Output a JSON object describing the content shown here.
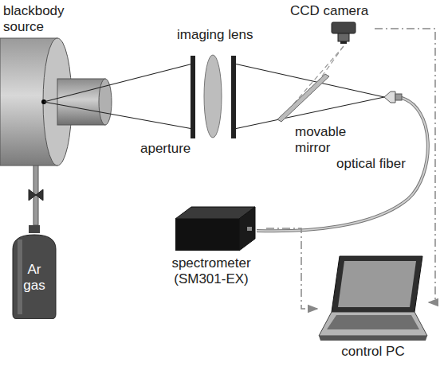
{
  "diagram": {
    "nodes": [
      {
        "text": [
          "Ar gas"
        ]
      },
      {
        "text": [
          "spectrometer (SM301-EX)"
        ]
      },
      {
        "text": [
          "CCD camera"
        ]
      },
      {
        "text": [
          "control PC"
        ]
      }
    ],
    "edges": [
      {
        "from": 2,
        "to": 3,
        "arrow": "to"
      },
      {
        "from": 1,
        "to": 3,
        "arrow": "to"
      }
    ],
    "labels": [
      "blackbody source",
      "imaging lens",
      "aperture",
      "movable mirror",
      "optical fiber"
    ]
  }
}
